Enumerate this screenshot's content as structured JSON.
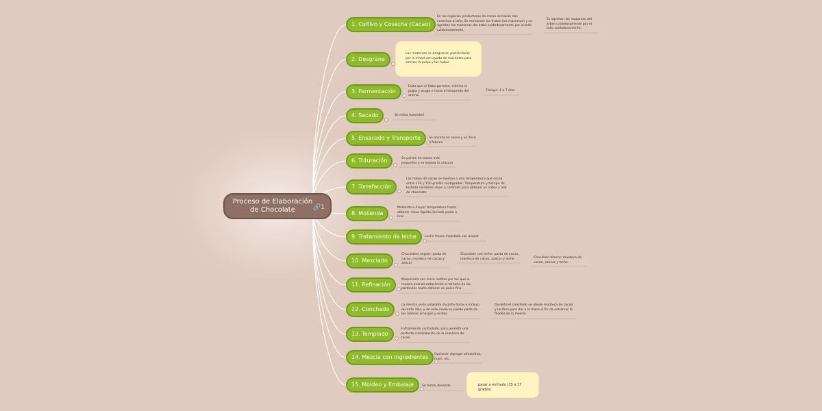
{
  "root": {
    "title": "Proceso de Elaboración de Chocolate",
    "link_icon": "link-icon",
    "link_count": "1"
  },
  "steps": [
    {
      "label": "1. Cultivo y Cosecha (Cacao)",
      "notes": [
        "En las regiones productoras de cacao se hacen dos cosechas al año. Se remueven los frutos (las mazorcas) y se agrietan las mazorcas del árbol cuidadosamente por el tallo cuidadosamente.",
        "Es agrietan las mazorcas del árbol cuidadosamente por el tallo cuidadosamente."
      ]
    },
    {
      "label": "2. Desgrane",
      "notes": [
        "Las mazorcas se desgranan partiéndolas por la mitad con ayuda de machetes para extraer la pulpa y las habas"
      ]
    },
    {
      "label": "3. Fermentación",
      "notes": [
        "Evita que el haba germine, elimina la pulpa y acoge e inicia el desarrollo del aroma.",
        "Tiempo: 4 a 7 días"
      ]
    },
    {
      "label": "4. Secado",
      "notes": [
        "Se retira humedad"
      ]
    },
    {
      "label": "5. Ensacado y Transporte",
      "notes": [
        "Se envasa en sacos y se lleva a fábrica"
      ]
    },
    {
      "label": "6. Trituración",
      "notes": [
        "Se parten en trozos más pequeños y se separa la cáscara"
      ]
    },
    {
      "label": "7. Torrefacción",
      "notes": [
        "Las habas de cacao se tuestan a una temperatura que oscila entre 120 y 150 grados centígrados. Temperatura y tiempo de tostado variables clave a controlar para obtener un sabor y olor de chocolate"
      ]
    },
    {
      "label": "8. Molienda",
      "notes": [
        "Molienda a mayor temperatura hasta obtener masa líquida llamada pasta o licor"
      ]
    },
    {
      "label": "9. Tratamiento de leche",
      "notes": [
        "Leche fresca mezclada con azúcar"
      ]
    },
    {
      "label": "10. Mezclado",
      "notes": [
        "Chocolates negros: pasta de cacao, manteca de cacao y azúcar",
        "Chocolate con leche: pasta de cacao, manteca de cacao, azúcar y leche",
        "Chocolate blanco: manteca de cacao, azúcar y leche"
      ]
    },
    {
      "label": "11. Refinación",
      "notes": [
        "Maquinaria con cinco rodillos por los que la mezcla avanza reduciendo el tamaño de las partículas hasta obtener un polvo fino"
      ]
    },
    {
      "label": "12. Conchado",
      "notes": [
        "La mezcla sería amasada durante horas o incluso durante días, y de este modo se pierde parte de los aromas amargos y ácidos",
        "Durante el conchado se añade manteca de cacao y lecitina para dar a la masa el fin de extremar la fluidez de la mezcla"
      ]
    },
    {
      "label": "13. Templado",
      "notes": [
        "Enfriamiento controlado, para permitir una perfecta cristalización de la manteca de cacao"
      ]
    },
    {
      "label": "14. Mezcla con Ingredientes",
      "notes": [
        "Opcional: Agregar almendras, maní, etc."
      ]
    },
    {
      "label": "15. Moldeo y Embalaje",
      "notes": [
        "Se forma deseada",
        "pasar a enfriado (15 a 17 grados)"
      ]
    }
  ],
  "colors": {
    "background": "#e2d0c6",
    "root_fill": "#8f7066",
    "step_fill": "#8fbb2a",
    "step_border": "#6e9a19",
    "callout_fill": "#fef4c2",
    "branch_line": "#ffffff"
  }
}
